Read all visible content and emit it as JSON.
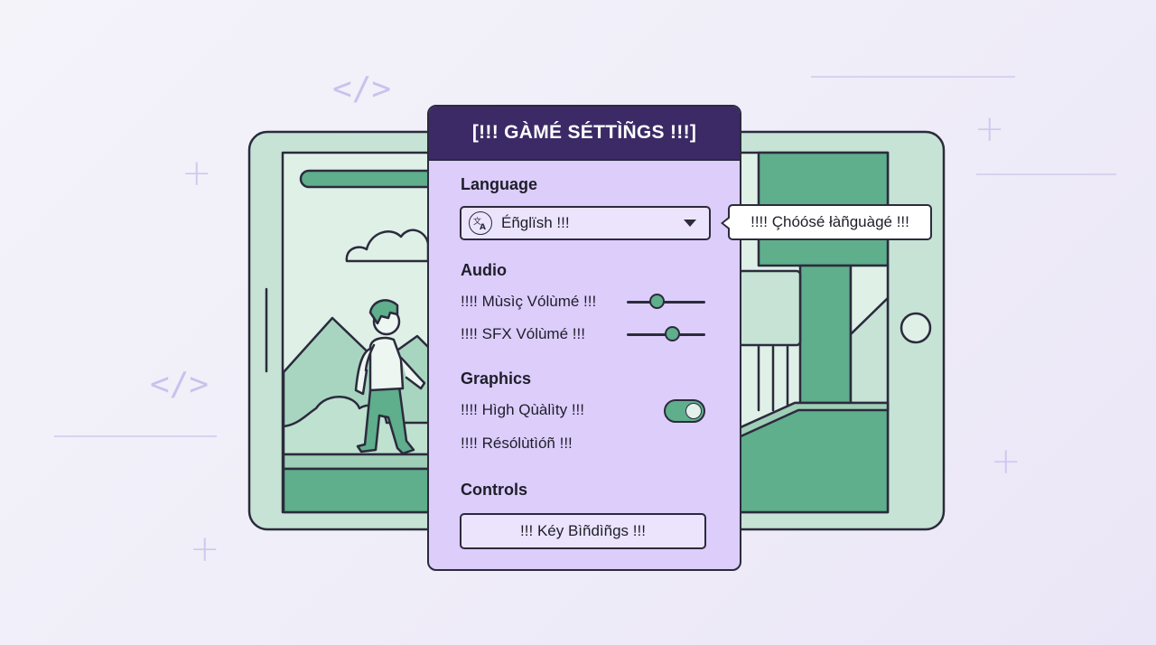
{
  "colors": {
    "header_bg": "#3b2a66",
    "panel_bg": "#dccdfb",
    "accent_green": "#5fae8c",
    "outline": "#2b2b3d"
  },
  "decorations": {
    "code_tag_1": "</>",
    "code_tag_2": "</>",
    "plus": "+"
  },
  "panel": {
    "title": "[!!! GÀMÉ SÉTTÌÑGS !!!]",
    "language": {
      "heading": "Language",
      "selected": "Éñglïsh !!!",
      "icon": "translate-icon",
      "tooltip": "!!!! Çhóósé łàñguàgé !!!"
    },
    "audio": {
      "heading": "Audio",
      "music_label": "!!!! Mùsìç Vólùmé !!!",
      "music_level": 0.38,
      "sfx_label": "!!!! SFX Vólùmé !!!",
      "sfx_level": 0.58
    },
    "graphics": {
      "heading": "Graphics",
      "quality_label": "!!!! Hìgh Qùàlìty !!!",
      "quality_on": true,
      "resolution_label": "!!!! Résólùtìóñ !!!"
    },
    "controls": {
      "heading": "Controls",
      "key_bindings_label": "!!! Kéy Bìñdìñgs !!!"
    }
  }
}
